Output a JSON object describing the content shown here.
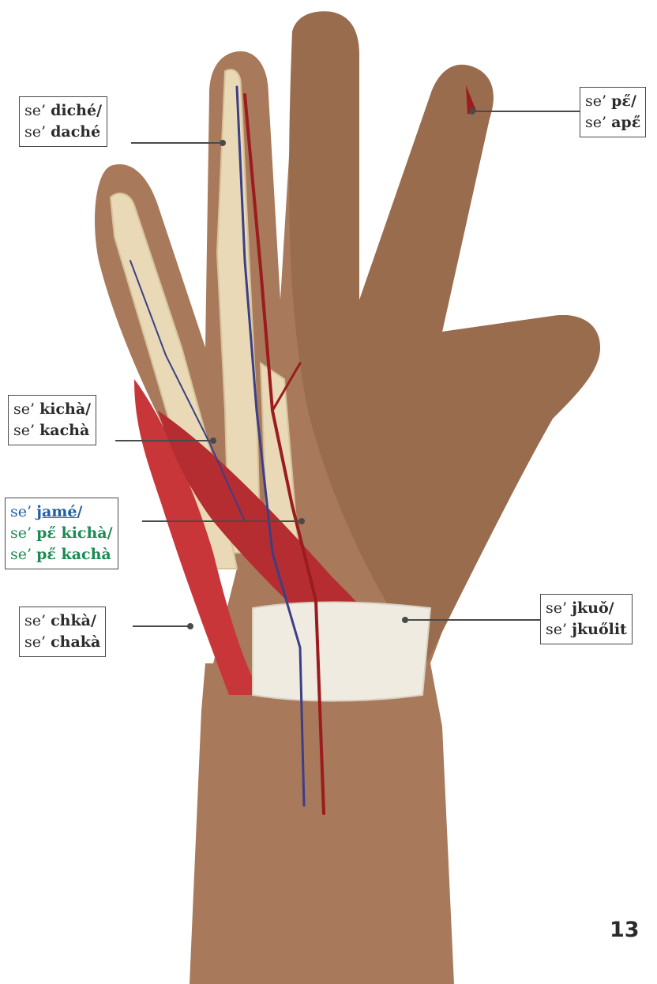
{
  "colors": {
    "skin": "#a8795a",
    "skin_dark": "#8f6446",
    "bone": "#ead9b6",
    "artery": "#9b1b1e",
    "vein": "#3b3f86",
    "muscle": "#c8363a",
    "tendon": "#f0ebe1"
  },
  "labels": {
    "prefix": "se’",
    "fingertip": {
      "line1": "diché",
      "line2": "daché"
    },
    "thumb_tip": {
      "line1": "pɛ̋",
      "line2": "apɛ̋"
    },
    "finger_bone": {
      "line1": "kichà",
      "line2": "kachà"
    },
    "vessel": {
      "line1": "jamé",
      "line2": "pɛ̋ kichà",
      "line3": "pɛ̋ kachà"
    },
    "muscle": {
      "line1": "chkà",
      "line2": "chakà"
    },
    "palm": {
      "line1": "jkuǒ",
      "line2": "jkuőlit"
    }
  },
  "page_number": "13"
}
